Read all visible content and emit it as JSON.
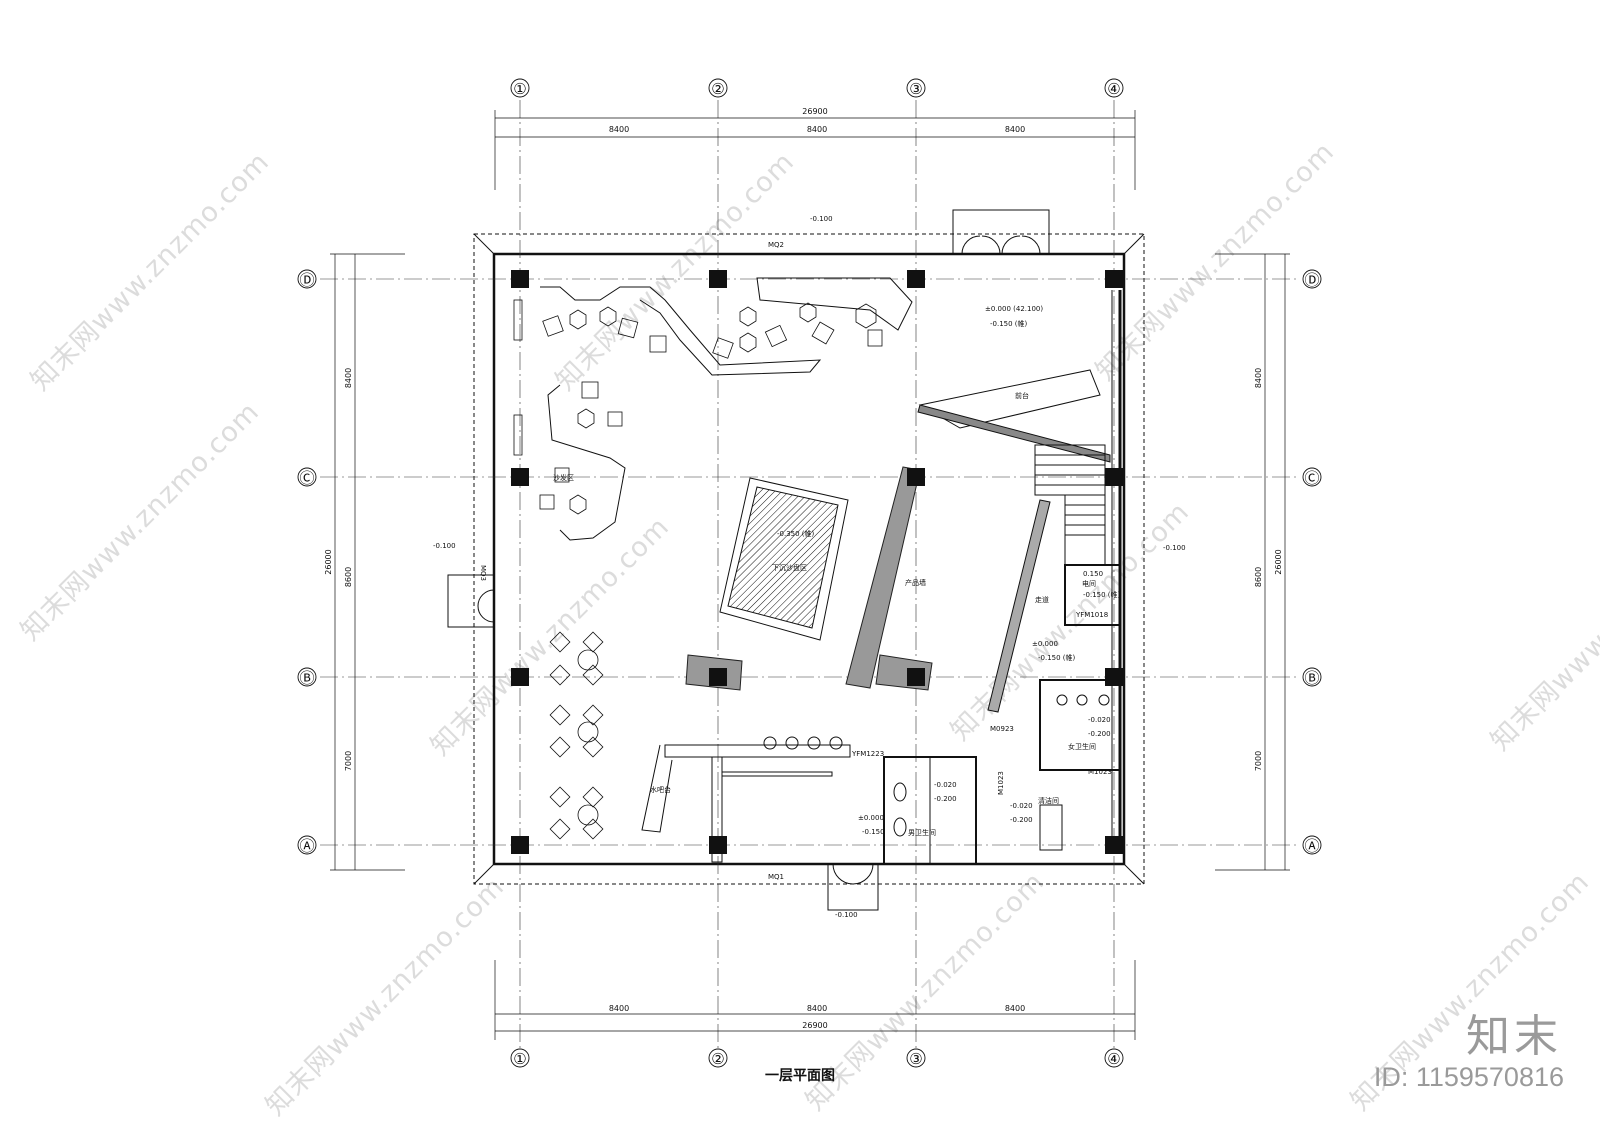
{
  "drawing_title": "一层平面图",
  "grid_axes": {
    "columns": [
      "①",
      "②",
      "③",
      "④"
    ],
    "rows": [
      "Ⓓ",
      "Ⓒ",
      "Ⓑ",
      "Ⓐ"
    ]
  },
  "dimensions": {
    "overall_width": "26900",
    "overall_height": "26000",
    "bay_width": "8400",
    "bays_vertical": [
      "8400",
      "8600",
      "7000"
    ]
  },
  "curtain_walls": [
    "MQ1",
    "MQ2",
    "MQ3"
  ],
  "elevations": {
    "outside": "-0.100",
    "floor_main": "±0.000 (42.100)",
    "floor_main_finish": "-0.150 (帷)",
    "sunken_area": "-0.350 (帷)",
    "corridor": "±0.000",
    "corridor_finish": "-0.150 (帷)",
    "power_room_a": "0.150",
    "power_room_b": "-0.150 (帷)",
    "toilet_a": "-0.020",
    "toilet_b": "-0.200",
    "south": "±0.000",
    "south_finish": "-0.150"
  },
  "doors": [
    "YFM1018",
    "M0923",
    "YFM1223",
    "M1023",
    "M1023"
  ],
  "room_labels": {
    "lounge": "沙发区",
    "sunken": "下沉沙盘区",
    "product_wall": "产品墙",
    "corridor": "走道",
    "power_room": "电间",
    "counter": "前台",
    "bar": "水吧台",
    "women_wc": "女卫生间",
    "men_wc": "男卫生间",
    "cleaning": "清洁间"
  },
  "watermark_text": "知末网www.znzmo.com",
  "brand": "知末",
  "image_id": "ID: 1159570816"
}
